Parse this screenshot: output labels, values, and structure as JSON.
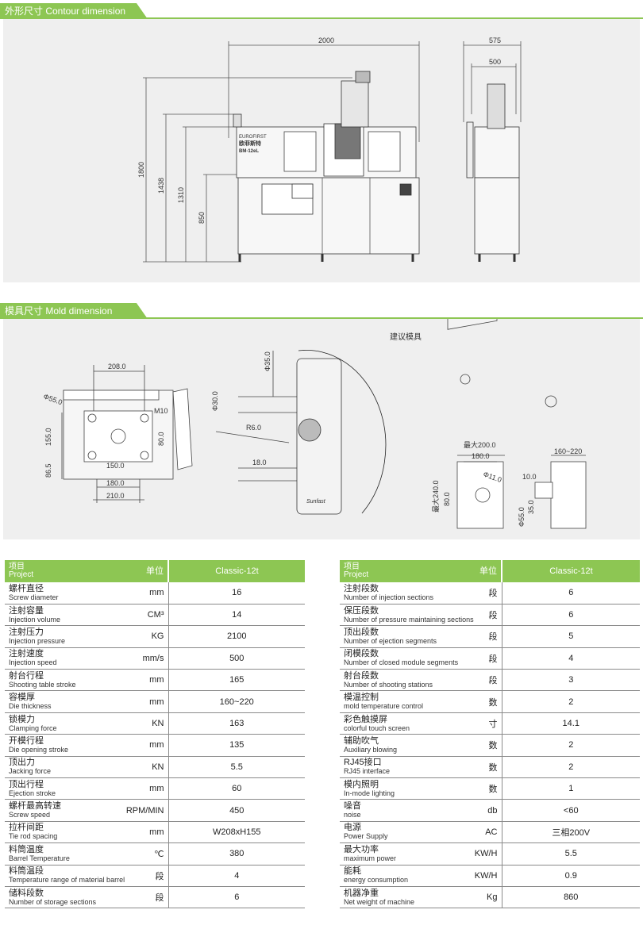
{
  "sections": {
    "contour": "外形尺寸 Contour dimension",
    "mold": "模具尺寸 Mold dimension"
  },
  "contour_dims": {
    "width": "2000",
    "depth_outer": "575",
    "depth_inner": "500",
    "h_total": "1800",
    "h_1438": "1438",
    "h_1310": "1310",
    "h_850": "850",
    "brand": "EUROFIRST",
    "brand_cn": "欧菲斯特",
    "model_badge": "BM-12eL"
  },
  "mold_dims": {
    "suggest": "建议模具",
    "w208": "208.0",
    "d55": "Φ55.0",
    "m10": "M10",
    "h155": "155.0",
    "h80": "80.0",
    "w150": "150.0",
    "h86": "86.5",
    "w180": "180.0",
    "w210": "210.0",
    "d35": "Φ35.0",
    "d30": "Φ30.0",
    "r6": "R6.0",
    "l18": "18.0",
    "max200": "最大200.0",
    "w180b": "180.0",
    "d11": "Φ11.0",
    "max240": "最大240.0",
    "h80b": "80.0",
    "range": "160~220",
    "t10": "10.0",
    "d55b": "Φ55.0",
    "h35": "35.0",
    "panel_logo": "Sunfast"
  },
  "table_left": {
    "header": {
      "project_zh": "项目",
      "project_en": "Project",
      "unit": "单位",
      "model": "Classic-12t"
    },
    "rows": [
      {
        "zh": "螺杆直径",
        "en": "Screw diameter",
        "unit": "mm",
        "value": "16"
      },
      {
        "zh": "注射容量",
        "en": "Injection volume",
        "unit": "CM³",
        "value": "14"
      },
      {
        "zh": "注射压力",
        "en": "Injection pressure",
        "unit": "KG",
        "value": "2100"
      },
      {
        "zh": "注射速度",
        "en": "Injection speed",
        "unit": "mm/s",
        "value": "500"
      },
      {
        "zh": "射台行程",
        "en": "Shooting table stroke",
        "unit": "mm",
        "value": "165"
      },
      {
        "zh": "容模厚",
        "en": "Die thickness",
        "unit": "mm",
        "value": "160~220"
      },
      {
        "zh": "锁模力",
        "en": "Clamping force",
        "unit": "KN",
        "value": "163"
      },
      {
        "zh": "开模行程",
        "en": "Die opening stroke",
        "unit": "mm",
        "value": "135"
      },
      {
        "zh": "顶出力",
        "en": "Jacking force",
        "unit": "KN",
        "value": "5.5"
      },
      {
        "zh": "顶出行程",
        "en": "Ejection stroke",
        "unit": "mm",
        "value": "60"
      },
      {
        "zh": "螺杆最高转速",
        "en": "Screw speed",
        "unit": "RPM/MIN",
        "value": "450"
      },
      {
        "zh": "拉杆间距",
        "en": "Tie rod spacing",
        "unit": "mm",
        "value": "W208xH155"
      },
      {
        "zh": "料筒温度",
        "en": "Barrel Temperature",
        "unit": "℃",
        "value": "380"
      },
      {
        "zh": "料筒温段",
        "en": "Temperature range of material barrel",
        "unit": "段",
        "value": "4"
      },
      {
        "zh": "储料段数",
        "en": "Number of storage sections",
        "unit": "段",
        "value": "6"
      }
    ]
  },
  "table_right": {
    "header": {
      "project_zh": "项目",
      "project_en": "Project",
      "unit": "单位",
      "model": "Classic-12t"
    },
    "rows": [
      {
        "zh": "注射段数",
        "en": "Number of injection sections",
        "unit": "段",
        "value": "6"
      },
      {
        "zh": "保压段数",
        "en": "Number of pressure maintaining sections",
        "unit": "段",
        "value": "6"
      },
      {
        "zh": "顶出段数",
        "en": "Number of ejection segments",
        "unit": "段",
        "value": "5"
      },
      {
        "zh": "闭模段数",
        "en": "Number of closed module segments",
        "unit": "段",
        "value": "4"
      },
      {
        "zh": "射台段数",
        "en": "Number of shooting stations",
        "unit": "段",
        "value": "3"
      },
      {
        "zh": "模温控制",
        "en": "mold temperature control",
        "unit": "数",
        "value": "2"
      },
      {
        "zh": "彩色触摸屏",
        "en": "colorful touch screen",
        "unit": "寸",
        "value": "14.1"
      },
      {
        "zh": "辅助吹气",
        "en": "Auxiliary blowing",
        "unit": "数",
        "value": "2"
      },
      {
        "zh": "RJ45接口",
        "en": "RJ45 interface",
        "unit": "数",
        "value": "2"
      },
      {
        "zh": "模内照明",
        "en": "In-mode lighting",
        "unit": "数",
        "value": "1"
      },
      {
        "zh": "噪音",
        "en": "noise",
        "unit": "db",
        "value": "<60"
      },
      {
        "zh": "电源",
        "en": "Power Supply",
        "unit": "AC",
        "value": "三相200V"
      },
      {
        "zh": "最大功率",
        "en": "maximum power",
        "unit": "KW/H",
        "value": "5.5"
      },
      {
        "zh": "能耗",
        "en": "energy consumption",
        "unit": "KW/H",
        "value": "0.9"
      },
      {
        "zh": "机器净重",
        "en": "Net weight of machine",
        "unit": "Kg",
        "value": "860"
      }
    ]
  }
}
